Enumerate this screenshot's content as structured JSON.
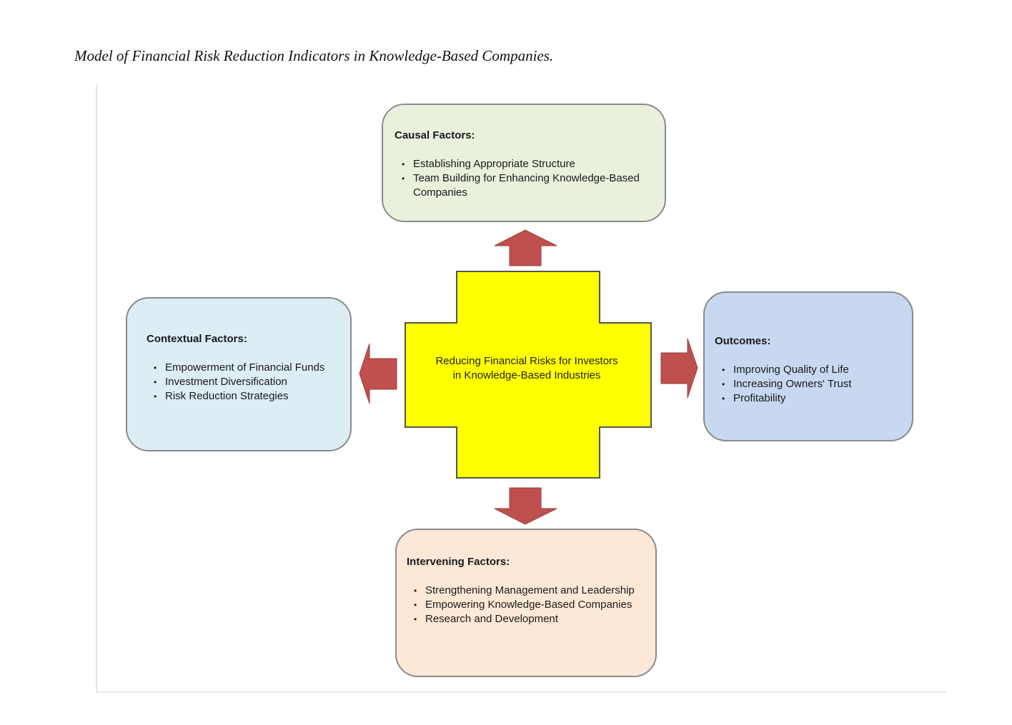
{
  "caption": "Model of Financial Risk Reduction Indicators in Knowledge-Based Companies.",
  "center": {
    "label": "Reducing Financial Risks for Investors in Knowledge-Based Industries"
  },
  "causal": {
    "title": "Causal Factors:",
    "items": [
      "Establishing Appropriate Structure",
      "Team Building for Enhancing Knowledge-Based Companies"
    ]
  },
  "contextual": {
    "title": "Contextual Factors:",
    "items": [
      "Empowerment of Financial Funds",
      "Investment Diversification",
      "Risk Reduction Strategies"
    ]
  },
  "outcomes": {
    "title": "Outcomes:",
    "items": [
      "Improving Quality of Life",
      "Increasing Owners' Trust",
      "Profitability"
    ]
  },
  "intervening": {
    "title": "Intervening Factors:",
    "items": [
      "Strengthening Management and Leadership",
      "Empowering Knowledge-Based Companies",
      "Research and Development"
    ]
  },
  "colors": {
    "center_fill": "#ffff00",
    "arrow_fill": "#c0504d",
    "causal_fill": "#e9f0dc",
    "contextual_fill": "#dcedf4",
    "outcomes_fill": "#c7d8f0",
    "intervening_fill": "#fde8d8"
  }
}
